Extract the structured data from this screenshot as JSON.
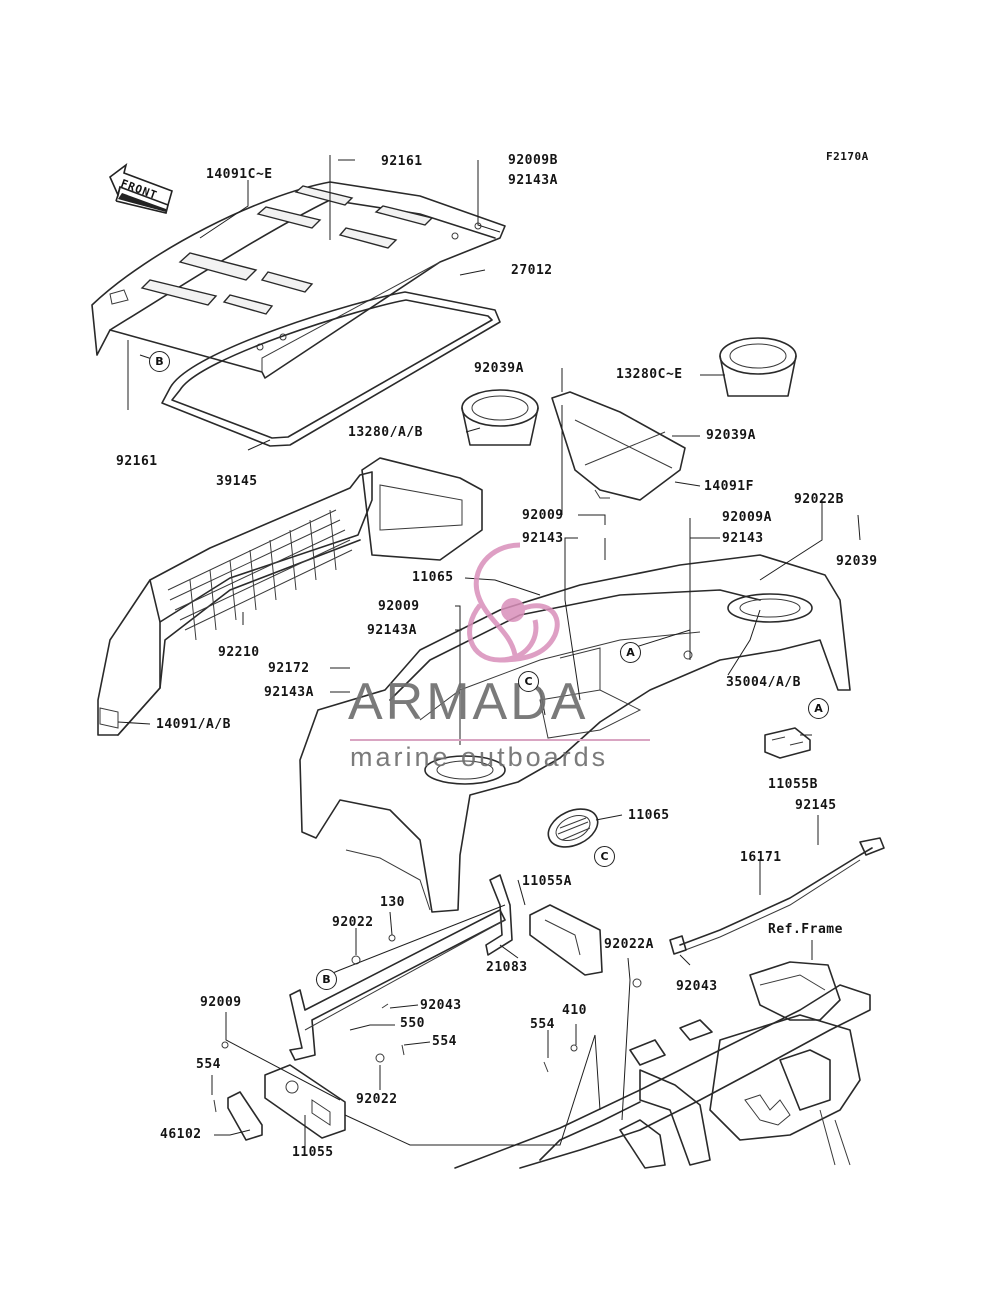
{
  "diagram_code": "F2170A",
  "direction_marker": "FRONT",
  "reference_frame": "Ref.Frame",
  "watermark": {
    "name": "ARMADA",
    "tagline": "marine outboards",
    "accent_color": "#d98fba"
  },
  "part_labels": {
    "p_14091c_e": "14091C~E",
    "p_92161_top": "92161",
    "p_92009b": "92009B",
    "p_92143a_top": "92143A",
    "p_27012": "27012",
    "p_92161_left": "92161",
    "p_39145": "39145",
    "p_92039a_1": "92039A",
    "p_13280c_e": "13280C~E",
    "p_13280_ab": "13280/A/B",
    "p_92039a_2": "92039A",
    "p_14091f": "14091F",
    "p_92009_a": "92009",
    "p_92143_a": "92143",
    "p_92009a": "92009A",
    "p_92143_b": "92143",
    "p_92022b": "92022B",
    "p_92039": "92039",
    "p_11065_top": "11065",
    "p_92009_b": "92009",
    "p_92143a_mid": "92143A",
    "p_92210": "92210",
    "p_92172": "92172",
    "p_92143a_low": "92143A",
    "p_14091_ab": "14091/A/B",
    "p_35004_ab": "35004/A/B",
    "p_11055b": "11055B",
    "p_92145": "92145",
    "p_11065_low": "11065",
    "p_16171": "16171",
    "p_11055a": "11055A",
    "p_130": "130",
    "p_92022_a": "92022",
    "p_21083": "21083",
    "p_92022a": "92022A",
    "p_92043_a": "92043",
    "p_92009_c": "92009",
    "p_92043_b": "92043",
    "p_550": "550",
    "p_554_a": "554",
    "p_410": "410",
    "p_554_b": "554",
    "p_92022_b": "92022",
    "p_554_c": "554",
    "p_46102": "46102",
    "p_11055": "11055"
  },
  "callouts": {
    "b_top": "B",
    "a_mid": "A",
    "c_mid": "C",
    "a_right": "A",
    "c_low": "C",
    "b_low": "B"
  },
  "icons": [
    "front-arrow-icon",
    "watermark-logo-icon"
  ]
}
